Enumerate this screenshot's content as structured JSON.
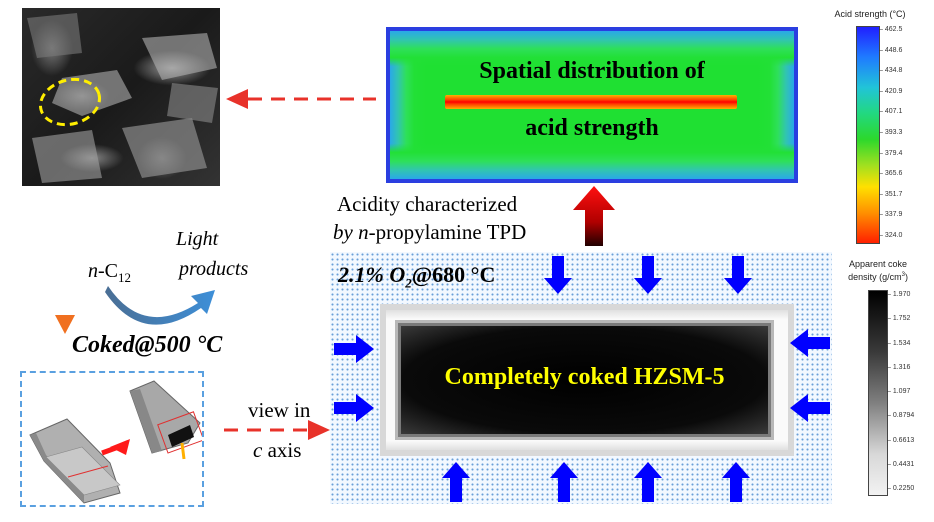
{
  "acid_map": {
    "title_line1": "Spatial distribution of",
    "title_line2": "acid strength"
  },
  "acid_colorbar": {
    "title": "Acid strength (°C)",
    "ticks": [
      "462.5",
      "448.6",
      "434.8",
      "420.9",
      "407.1",
      "393.3",
      "379.4",
      "365.6",
      "351.7",
      "337.9",
      "324.0"
    ],
    "colors": [
      "#2020ff",
      "#ff2000"
    ]
  },
  "acidity": {
    "line1": "Acidity characterized",
    "line2_prefix": "by ",
    "line2_italic": "n",
    "line2_rest": "-propylamine TPD"
  },
  "reaction": {
    "reactant_prefix": "n",
    "reactant_rest": "-C",
    "reactant_sub": "12",
    "product_line1": "Light",
    "product_line2": "products",
    "coked": "Coked@500 °C"
  },
  "regeneration": {
    "condition_prefix": "2.1% O",
    "condition_sub": "2",
    "condition_rest": "@680 °C",
    "core_label": "Completely coked HZSM-5"
  },
  "coke_colorbar": {
    "title_line1": "Apparent coke",
    "title_line2": "density (g/cm",
    "title_sup": "3",
    "title_close": ")",
    "ticks": [
      "1.970",
      "1.752",
      "1.534",
      "1.316",
      "1.097",
      "0.8794",
      "0.6613",
      "0.4431",
      "0.2250"
    ]
  },
  "view": {
    "line1": "view in",
    "line2_italic": "c",
    "line2_rest": " axis"
  },
  "colors": {
    "arrow_red": "#e8322a",
    "arrow_blue": "#0000ff",
    "yellow_label": "#ffff00",
    "dashed_orange": "#f0a020"
  }
}
